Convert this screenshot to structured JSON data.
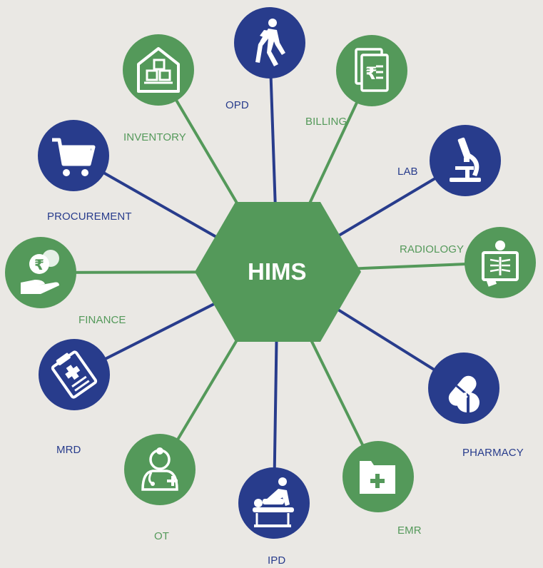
{
  "center": {
    "label": "HIMS"
  },
  "colors": {
    "green": "#54995a",
    "blue": "#283c8c",
    "background": "#eae8e4",
    "white": "#ffffff"
  },
  "modules": [
    {
      "key": "opd",
      "label": "OPD",
      "color": "blue",
      "icon": "walking-patient-icon"
    },
    {
      "key": "billing",
      "label": "BILLING",
      "color": "green",
      "icon": "rupee-invoice-icon"
    },
    {
      "key": "lab",
      "label": "LAB",
      "color": "blue",
      "icon": "microscope-icon"
    },
    {
      "key": "radiology",
      "label": "RADIOLOGY",
      "color": "green",
      "icon": "xray-icon"
    },
    {
      "key": "pharmacy",
      "label": "PHARMACY",
      "color": "blue",
      "icon": "pills-icon"
    },
    {
      "key": "emr",
      "label": "EMR",
      "color": "green",
      "icon": "medical-folder-icon"
    },
    {
      "key": "ipd",
      "label": "IPD",
      "color": "blue",
      "icon": "patient-bed-icon"
    },
    {
      "key": "ot",
      "label": "OT",
      "color": "green",
      "icon": "surgeon-icon"
    },
    {
      "key": "mrd",
      "label": "MRD",
      "color": "blue",
      "icon": "clipboard-icon"
    },
    {
      "key": "finance",
      "label": "FINANCE",
      "color": "green",
      "icon": "rupee-hand-icon"
    },
    {
      "key": "procurement",
      "label": "PROCUREMENT",
      "color": "blue",
      "icon": "shopping-cart-icon"
    },
    {
      "key": "inventory",
      "label": "INVENTORY",
      "color": "green",
      "icon": "warehouse-icon"
    }
  ]
}
